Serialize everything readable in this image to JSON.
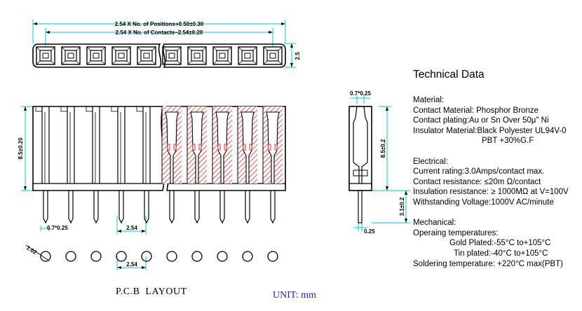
{
  "top_view": {
    "dim_positions": "2.54 X No. of Positions+0.50±0.30",
    "dim_contacts": "2.54 X No. of Contacts−2.54±0.20",
    "dim_height": "2.5"
  },
  "front_view": {
    "dim_height": "8.5±0.20",
    "dim_pin_width": "0.7*0.25",
    "dim_pitch": "2.54"
  },
  "side_view": {
    "dim_top": "0.7*0.25",
    "dim_height": "8.5±0.2",
    "dim_tail": "3.1±0.2",
    "dim_tail_width": "0.25"
  },
  "pcb_layout": {
    "dim_hole": "1.02",
    "dim_pitch": "2.54",
    "caption": "P.C.B  LAYOUT"
  },
  "unit_label": "UNIT: mm",
  "technical_data": {
    "heading": "Technical Data",
    "lines": [
      {
        "text": "Material:",
        "indent": false
      },
      {
        "text": "Contact Material: Phosphor Bronze",
        "indent": false
      },
      {
        "text": "Contact plating:Au or Sn Over 50μ\"  Ni",
        "indent": false
      },
      {
        "text": "Insulator Material:Black Polyester UL94V-0",
        "indent": false
      },
      {
        "text": "PBT +30%G.F",
        "indent": true
      },
      {
        "text": "",
        "indent": false
      },
      {
        "text": "Electrical:",
        "indent": false
      },
      {
        "text": "Current rating:3.0Amps/contact max.",
        "indent": false
      },
      {
        "text": "Contact resistance: ≤20m Ω/contact",
        "indent": false
      },
      {
        "text": "Insulation resistance:  ≥  1000MΩ at V=100V",
        "indent": false
      },
      {
        "text": "Withstanding Voltage:1000V AC/minute",
        "indent": false
      },
      {
        "text": "",
        "indent": false
      },
      {
        "text": "Mechanical:",
        "indent": false
      },
      {
        "text": "Operaing temperatures:",
        "indent": false
      },
      {
        "text": "Gold Plated:-55°C to+105°C",
        "indent": "gold"
      },
      {
        "text": "Tin plated:-40°C to+105°C",
        "indent": "tin"
      },
      {
        "text": "Soldering temperature: +220°C max(PBT)",
        "indent": false
      }
    ]
  },
  "colors": {
    "line": "#000000",
    "dimension": "#00c8dc",
    "section_hatch": "#e03030",
    "unit_text": "#1f1fd0"
  }
}
